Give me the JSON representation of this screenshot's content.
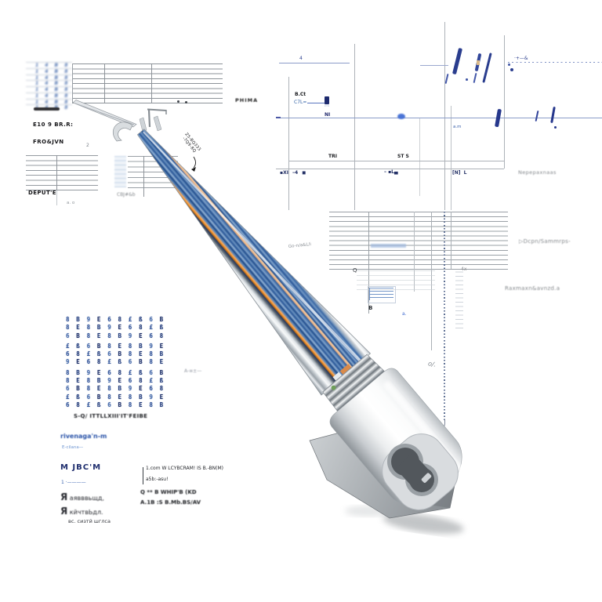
{
  "top_left": {
    "caption1": "E10 9 BR.R:",
    "caption2": "FRO&JVN",
    "footnote": "2",
    "smudge": {
      "count": 8,
      "text": "1 4 B 8"
    }
  },
  "mid_left": {
    "t1_label": "DEPUT'E",
    "t1_foot": "a. o",
    "t2_label": "CBJ#&b"
  },
  "center": {
    "label": "PHIMA"
  },
  "chart": {
    "lbl_dark": "B.Ct",
    "lbl_blue": "C7L=",
    "tick": "4",
    "plus": "·+—&",
    "ni": "NI",
    "am": "a.m",
    "seg1": "TRI",
    "seg2": "ST S",
    "m1": "▪XI –4 ◼",
    "m2": "– ▪L▄",
    "m3": "[N]  L",
    "right_label": "Nepepaxnaas"
  },
  "mid_right": {
    "q": "Q",
    "b": "B",
    "a": "a.",
    "x4": "4x",
    "pct": "o/.",
    "label1": "▷Dcpn/Sammrps-",
    "label2": "Raxmaxn&avnzd.a"
  },
  "grid_note": "A-≡±—",
  "glyph_grid": {
    "cols": 10,
    "groups": [
      3,
      3,
      5
    ],
    "group_gap": 3,
    "chars": "8B9E68£ß6B8E",
    "colors": [
      "#35589c",
      "#27407e",
      "#4a6fae",
      "#1e2f66",
      "#35589c",
      "#223a76"
    ]
  },
  "bottom_left": {
    "title": "S-Q/ ITTLLXIII'IT'FEIBE",
    "blue1": "rivenaga'n-m",
    "blue2": "E-cilana—",
    "navy": "M JBC'M",
    "blue3": "1 ·————",
    "p1": "Я аявввьщд,",
    "p2": "Я кйчтвЬдл.",
    "p3": "вс. сизтй шглса"
  },
  "bottom_center": {
    "l1": "1.com W LCYBCRAM! IS B.-BN(M)",
    "l2": "a5b:-asu!",
    "l3": "Q ** B WHIP'B (KD",
    "l4": "A.1B :S B.Mb.BS/AV"
  },
  "tube": {
    "ann1": "Z5-BQ333",
    "ann2": "-7Q9-8Q",
    "gray_note": "Go-n/a&L/i"
  }
}
